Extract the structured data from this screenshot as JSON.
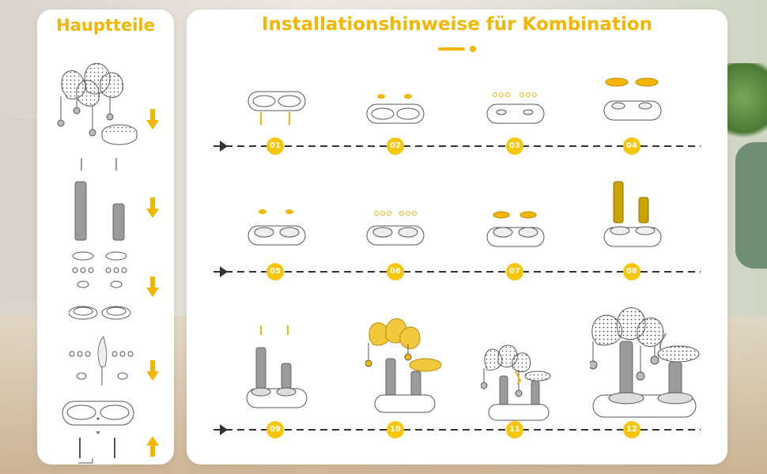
{
  "left_panel": {
    "title": "Hauptteile",
    "arrow_directions": [
      "down",
      "down",
      "down",
      "down",
      "up"
    ]
  },
  "right_panel": {
    "title": "Installationshinweise für Kombination",
    "rows": [
      {
        "steps": [
          "01",
          "02",
          "03",
          "04"
        ]
      },
      {
        "steps": [
          "05",
          "06",
          "07",
          "08"
        ]
      },
      {
        "steps": [
          "09",
          "10",
          "11",
          "12"
        ]
      }
    ]
  },
  "colors": {
    "accent": "#f2b705",
    "badge": "#f5c60a",
    "line": "#333333",
    "panel": "#ffffff"
  },
  "icons": {
    "timeline_arrow": "arrow-right-icon",
    "section_arrow": "arrow-down-icon"
  }
}
